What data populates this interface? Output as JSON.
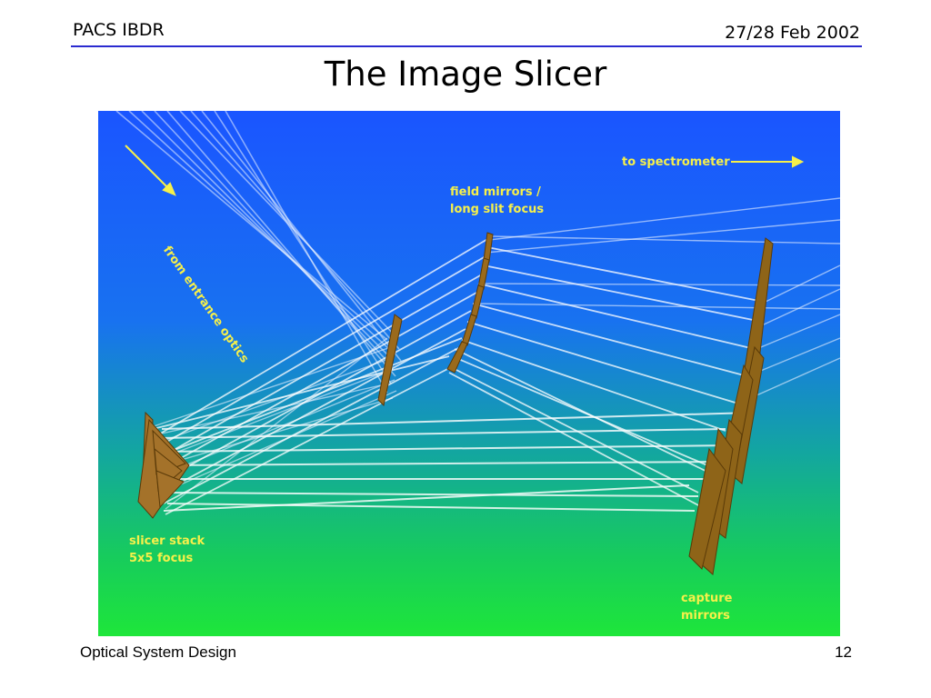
{
  "header": {
    "left": "PACS IBDR",
    "right": "27/28 Feb 2002"
  },
  "title": "The Image Slicer",
  "figure": {
    "labels": {
      "to_spectrometer": "to spectrometer",
      "field_mirrors_line1": "field mirrors /",
      "field_mirrors_line2": "long slit focus",
      "from_entrance": "from entrance optics",
      "slicer_line1": "slicer stack",
      "slicer_line2": "5x5 focus",
      "capture_line1": "capture",
      "capture_line2": "mirrors"
    },
    "colors": {
      "label": "#f6f04a",
      "mirror": "#9a6a1c",
      "beam": "#e8f0ff"
    }
  },
  "footer": {
    "left": "Optical System Design",
    "right": "12"
  }
}
